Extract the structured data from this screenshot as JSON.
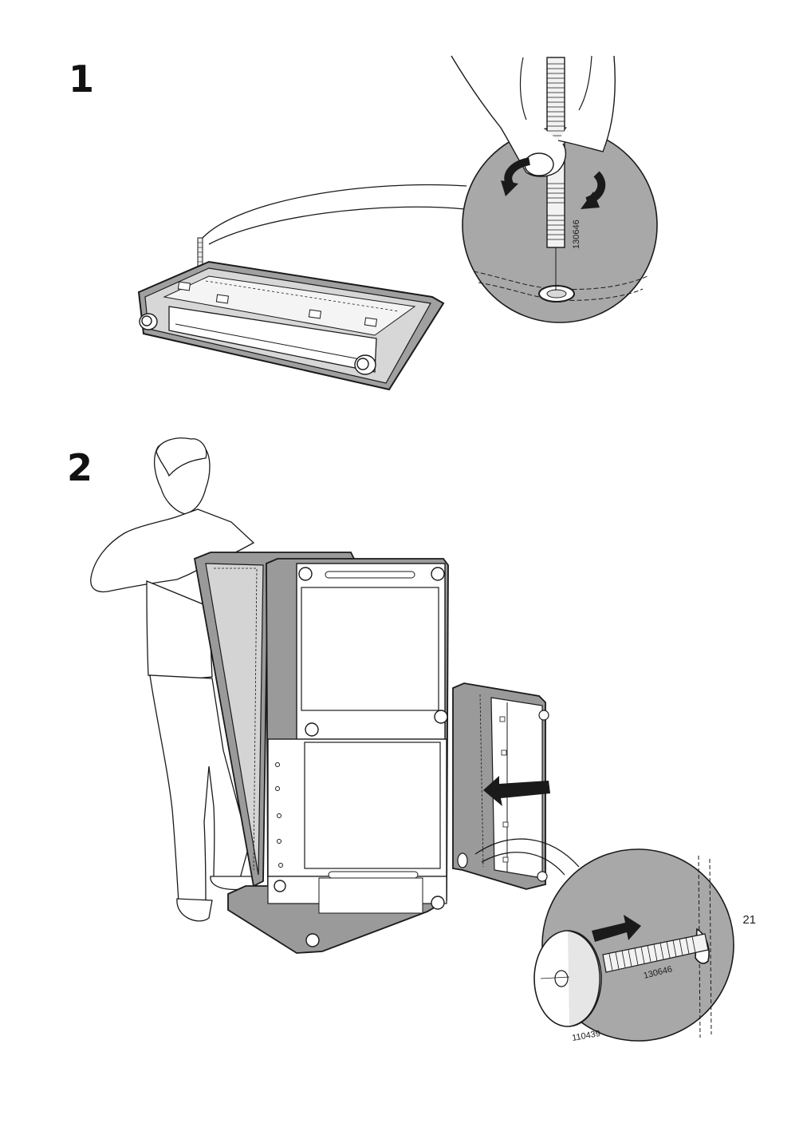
{
  "steps": [
    {
      "number": "1",
      "part_label": "130646"
    },
    {
      "number": "2",
      "part_labels": [
        "130646",
        "110439"
      ]
    }
  ],
  "page_number": "21",
  "colors": {
    "upholstery": "#9a9a9a",
    "detail_circle": "#a8a8a8",
    "outline": "#1a1a1a",
    "background": "#ffffff"
  },
  "icons": [
    "rotate-arrow-icon",
    "push-arrow-icon"
  ]
}
